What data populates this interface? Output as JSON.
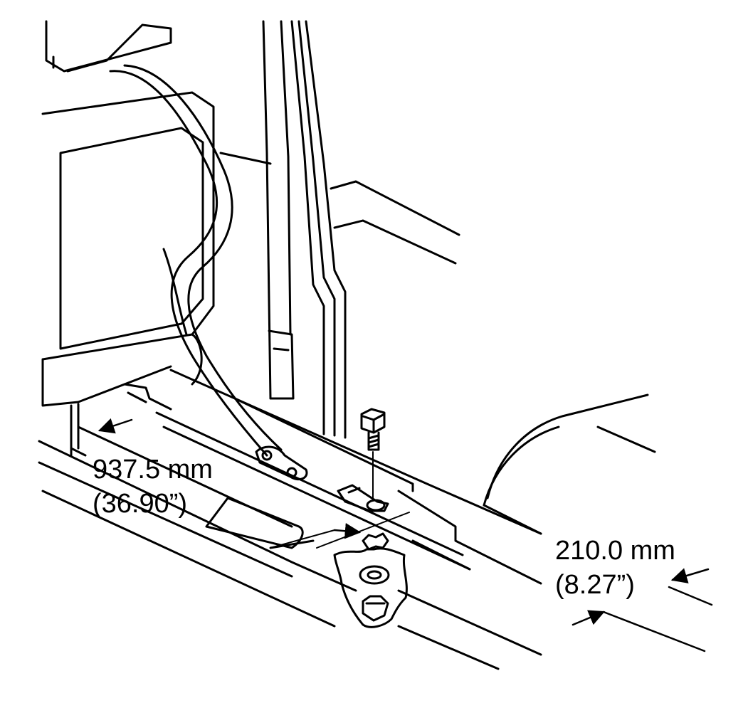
{
  "dimensions": {
    "front": {
      "metric": "937.5 mm",
      "imperial": "(36.90”)"
    },
    "side": {
      "metric": "210.0 mm",
      "imperial": "(8.27”)"
    }
  },
  "colors": {
    "ink": "#000000",
    "paper": "#ffffff"
  }
}
